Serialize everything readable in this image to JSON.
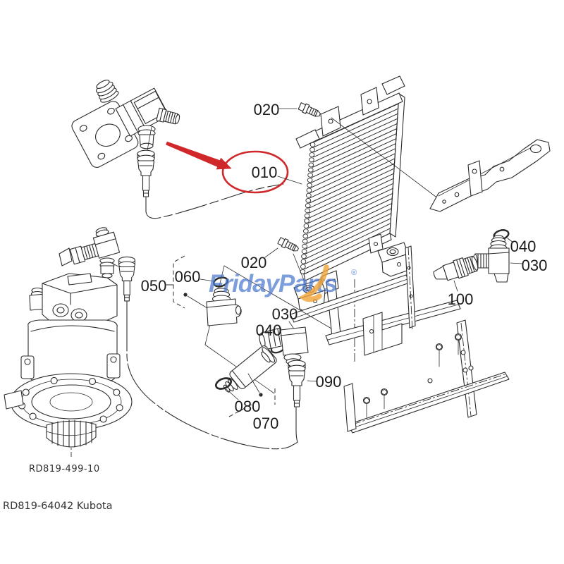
{
  "diagram": {
    "figure_code": "RD819-499-10",
    "caption": "RD819-64042 Kubota"
  },
  "watermark": {
    "text": "FridayParts",
    "registered": "®",
    "blue": "#4b79cf",
    "orange": "#f0a539"
  },
  "highlight": {
    "color": "#d0282a"
  },
  "labels": [
    {
      "id": "020-top",
      "text": "020"
    },
    {
      "id": "010",
      "text": "010",
      "highlighted": true
    },
    {
      "id": "020-mid",
      "text": "020"
    },
    {
      "id": "050",
      "text": "050"
    },
    {
      "id": "060",
      "text": "060"
    },
    {
      "id": "030-mid",
      "text": "030"
    },
    {
      "id": "040-mid",
      "text": "040"
    },
    {
      "id": "040-right",
      "text": "040"
    },
    {
      "id": "030-right",
      "text": "030"
    },
    {
      "id": "100",
      "text": "100"
    },
    {
      "id": "090",
      "text": "090"
    },
    {
      "id": "080",
      "text": "080"
    },
    {
      "id": "070",
      "text": "070"
    }
  ]
}
